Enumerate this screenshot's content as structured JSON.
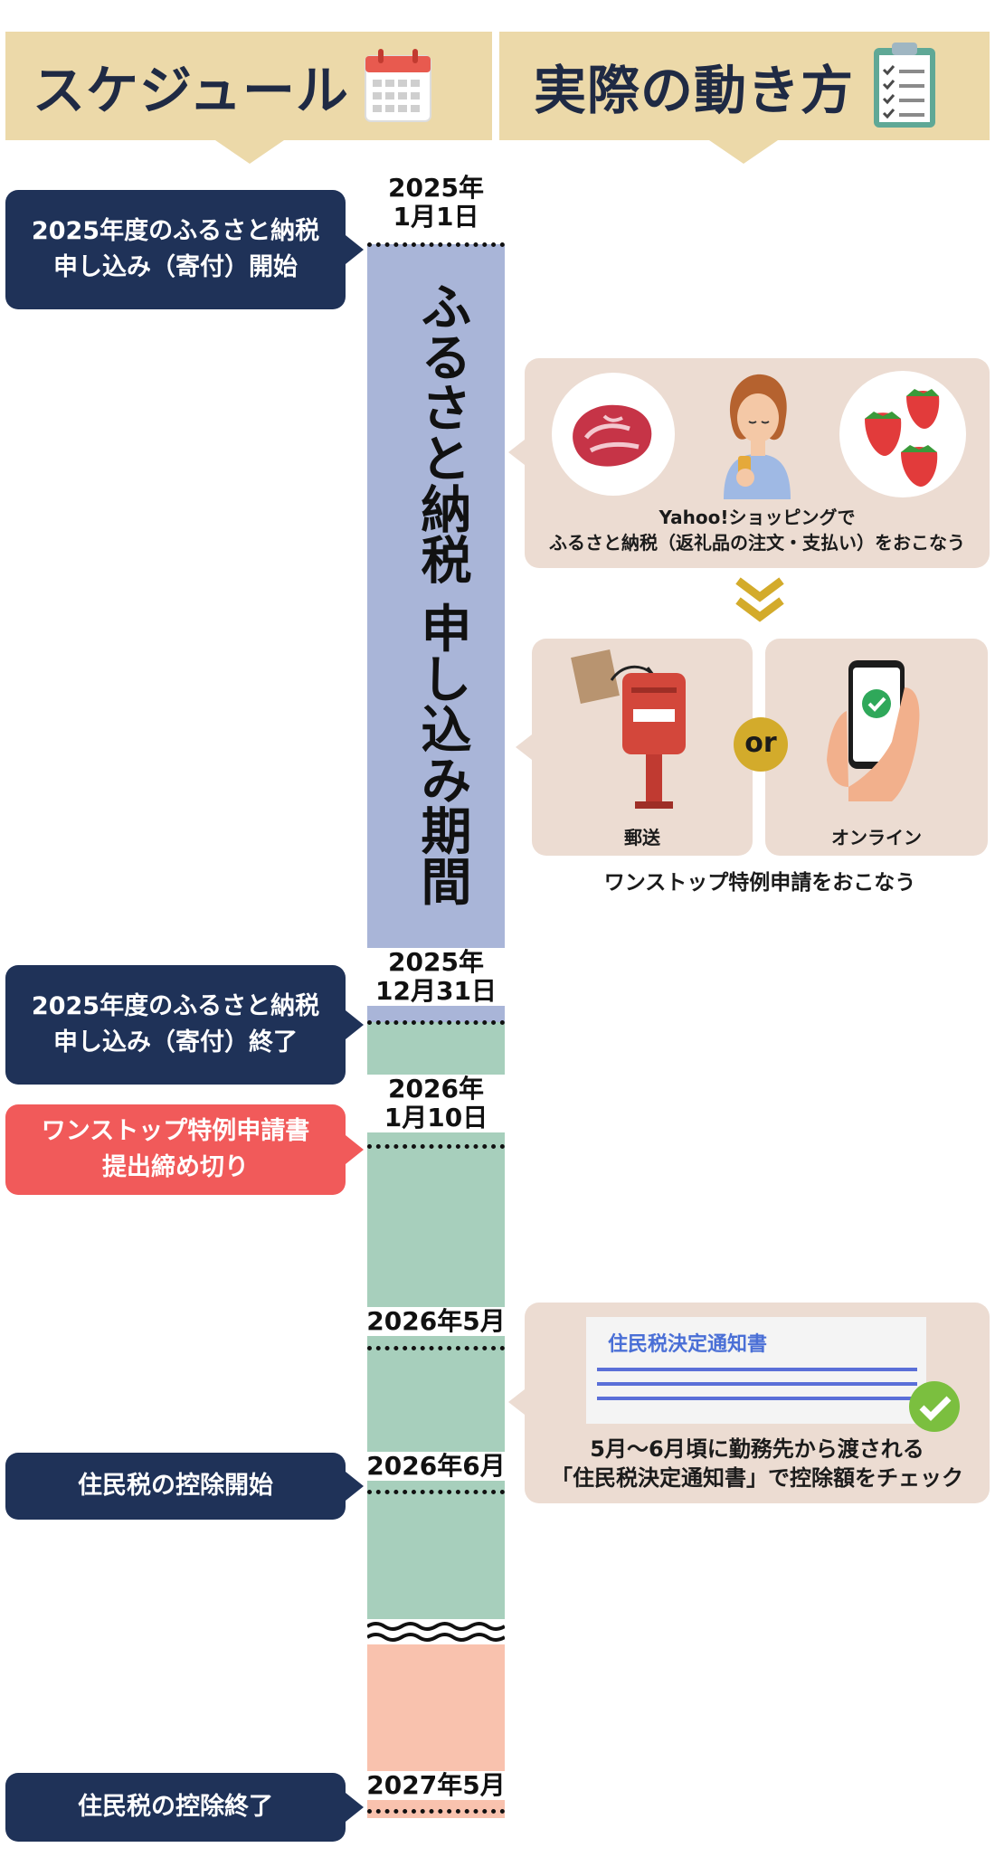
{
  "headers": {
    "schedule": "スケジュール",
    "actual": "実際の動き方",
    "schedule_icon": "calendar-icon",
    "actual_icon": "clipboard-checklist-icon"
  },
  "timeline": {
    "period_label": "ふるさと納税 申し込み期間",
    "dates": {
      "d1": "2025年\n1月1日",
      "d2": "2025年\n12月31日",
      "d3": "2026年\n1月10日",
      "d4": "2026年5月",
      "d5": "2026年6月",
      "d6": "2027年5月"
    },
    "colors": {
      "application_period": "#a9b5d8",
      "deduction_period": "#a7cfbc",
      "after_break": "#f9c2ae"
    }
  },
  "events": {
    "e1": [
      "2025年度のふるさと納税",
      "申し込み（寄付）開始"
    ],
    "e2": [
      "2025年度のふるさと納税",
      "申し込み（寄付）終了"
    ],
    "e3": [
      "ワンストップ特例申請書",
      "提出締め切り"
    ],
    "e4": [
      "住民税の控除開始"
    ],
    "e5": [
      "住民税の控除終了"
    ]
  },
  "actions": {
    "shopping": {
      "line1": "Yahoo!ショッピングで",
      "line2": "ふるさと納税（返礼品の注文・支払い）をおこなう",
      "icons": [
        "meat-icon",
        "woman-with-phone-icon",
        "strawberries-icon"
      ]
    },
    "onestop": {
      "mail_label": "郵送",
      "online_label": "オンライン",
      "or_label": "or",
      "caption": "ワンストップ特例申請をおこなう",
      "icons": [
        "mailbox-icon",
        "smartphone-check-icon"
      ]
    },
    "notice": {
      "doc_title": "住民税決定通知書",
      "line1": "5月〜6月頃に勤務先から渡される",
      "line2": "「住民税決定通知書」で控除額をチェック",
      "icons": [
        "document-icon",
        "checkmark-icon"
      ]
    }
  }
}
